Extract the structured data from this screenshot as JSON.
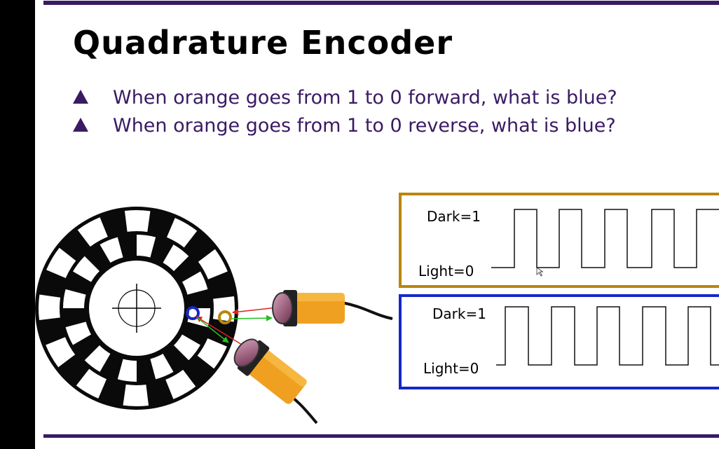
{
  "slide": {
    "title": "Quadrature Encoder",
    "bullets": [
      {
        "text": "When orange goes from 1 to 0 forward, what is blue?"
      },
      {
        "text": "When orange goes from 1 to 0 reverse, what is blue?"
      }
    ]
  },
  "waveforms": {
    "orange": {
      "high_label": "Dark=1",
      "low_label": "Light=0"
    },
    "blue": {
      "high_label": "Dark=1",
      "low_label": "Light=0"
    }
  },
  "colors": {
    "accent": "#3a1a63",
    "bullet_text": "#3a1a63",
    "orange_channel": "#b8860b",
    "blue_channel": "#1428c8",
    "sensor_body": "#f0a020",
    "arrow_red": "#e02020",
    "arrow_green": "#20c020"
  },
  "icons": {
    "bullet": "triangle-up-icon",
    "crosshair": "crosshair-icon"
  }
}
